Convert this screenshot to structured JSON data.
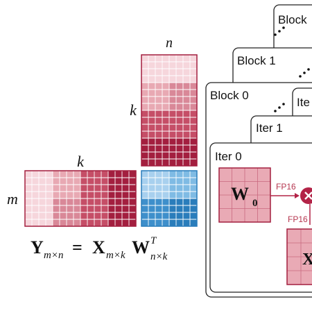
{
  "matrix_labels": {
    "n": "n",
    "k_top": "k",
    "k_left": "k",
    "m": "m"
  },
  "equation": {
    "Y": "Y",
    "Y_sub": "m×n",
    "eq": " = ",
    "X": "X",
    "X_sub": "m×k",
    "W": "W",
    "W_sup": "T",
    "W_sub": "n×k"
  },
  "blocks": {
    "block_n": "Block",
    "block_1": "Block 1",
    "block_0": "Block 0",
    "iter_top": "Ite",
    "iter_1": "Iter 1",
    "iter_0": "Iter 0"
  },
  "tiles": {
    "w_tile": "W",
    "w_tile_sub": "0",
    "x_tile": "X"
  },
  "precision": {
    "fp16_a": "FP16",
    "fp16_b": "FP16"
  },
  "operator_icon": "multiply-icon",
  "colors": {
    "red_dark": "#a31f3f",
    "red_mid": "#c54e67",
    "red_light": "#e8a9b3",
    "red_pale": "#f6d6dc",
    "blue_dark": "#2a7dbb",
    "blue_mid": "#5aa3d8",
    "blue_light": "#a8d0ee",
    "tile_fill": "#e9aab5",
    "operator": "#b32347"
  }
}
